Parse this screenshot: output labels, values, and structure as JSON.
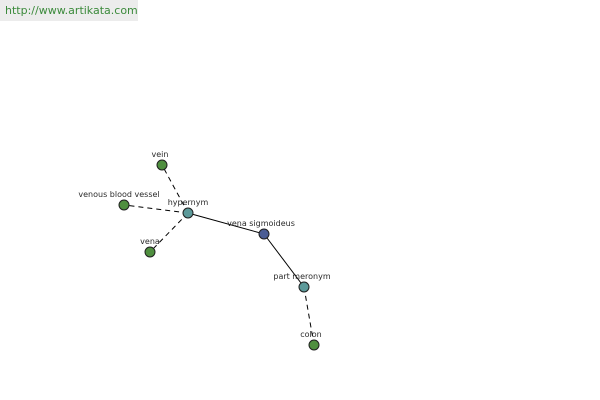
{
  "watermark": {
    "text": "http://www.artikata.com"
  },
  "colors": {
    "center": "#4a5c94",
    "relation": "#5d9a9a",
    "leaf": "#4f8f3f",
    "edge": "#000000"
  },
  "graph": {
    "center": {
      "label": "vena sigmoideus"
    },
    "relations": [
      {
        "label": "hypernym"
      },
      {
        "label": "part meronym"
      }
    ],
    "leaves": [
      {
        "label": "vein",
        "relation": "hypernym"
      },
      {
        "label": "venous blood vessel",
        "relation": "hypernym"
      },
      {
        "label": "vena",
        "relation": "hypernym"
      },
      {
        "label": "colon",
        "relation": "part meronym"
      }
    ]
  }
}
